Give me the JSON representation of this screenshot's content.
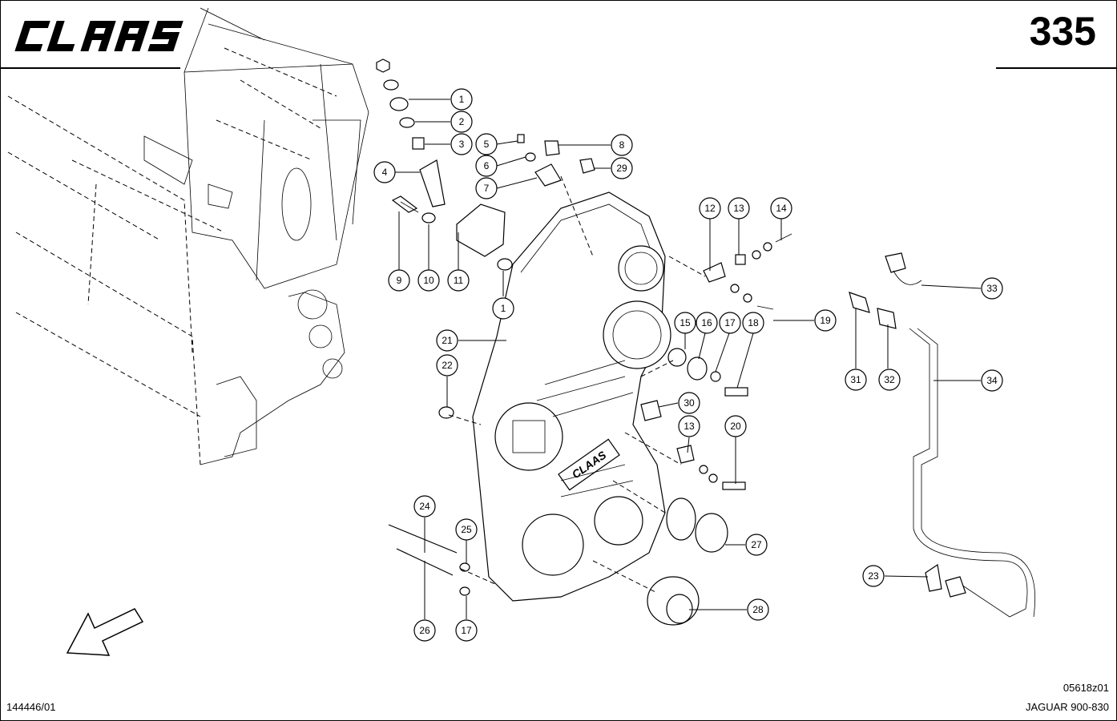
{
  "header": {
    "brand_logo_text": "CLAAS",
    "page_number": "335"
  },
  "footer": {
    "document_id": "144446/01",
    "drawing_id": "05618z01",
    "model": "JAGUAR 900-830"
  },
  "callouts": [
    "1",
    "2",
    "3",
    "5",
    "6",
    "8",
    "29",
    "4",
    "7",
    "12",
    "13",
    "14",
    "9",
    "10",
    "11",
    "1",
    "19",
    "33",
    "15",
    "16",
    "17",
    "18",
    "21",
    "22",
    "30",
    "31",
    "32",
    "34",
    "13",
    "20",
    "24",
    "25",
    "27",
    "23",
    "26",
    "17",
    "28"
  ]
}
